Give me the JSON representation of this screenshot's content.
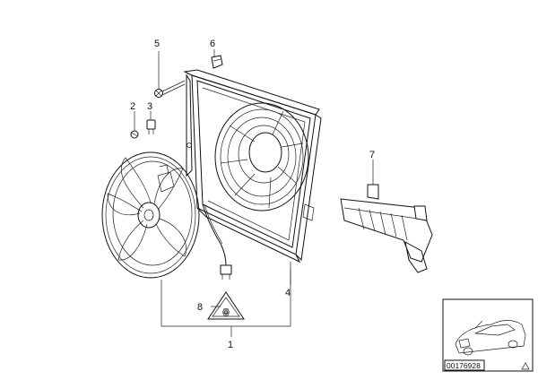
{
  "callouts": {
    "c1": "1",
    "c2": "2",
    "c3": "3",
    "c4": "4",
    "c5": "5",
    "c6": "6",
    "c7": "7",
    "c8": "8"
  },
  "warning_label_text": "ꙮ",
  "thumbnail": {
    "code": "00176928"
  },
  "colors": {
    "line": "#111111",
    "background": "#ffffff"
  }
}
